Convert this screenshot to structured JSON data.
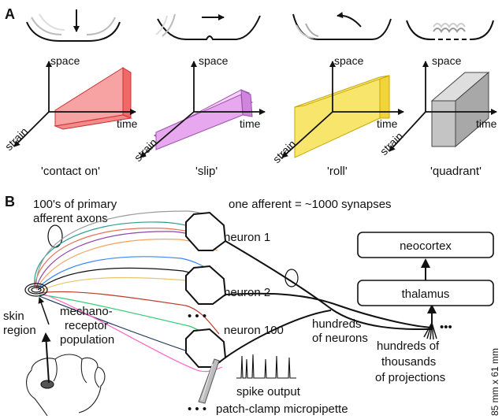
{
  "panel_a": {
    "letter": "A",
    "axes": {
      "space": "space",
      "time": "time",
      "strain": "strain"
    },
    "conditions": [
      {
        "id": "contact-on",
        "label": "'contact on'",
        "color": "#f25c5c",
        "color_light": "#f7a0a0"
      },
      {
        "id": "slip",
        "label": "'slip'",
        "color": "#d98ee6",
        "color_light": "#f0c6f5"
      },
      {
        "id": "roll",
        "label": "'roll'",
        "color": "#f5e05a",
        "color_light": "#fbef9a"
      },
      {
        "id": "quadrant",
        "label": "'quadrant'",
        "color": "#aaaaaa",
        "color_light": "#d9d9d9"
      }
    ]
  },
  "panel_b": {
    "letter": "B",
    "axons_label_1": "100's of primary",
    "axons_label_2": "afferent axons",
    "synapses_label": "one afferent = ~1000 synapses",
    "neurons": [
      "neuron 1",
      "neuron 2",
      "neuron 100"
    ],
    "ellipsis": "• • •",
    "skin_1": "skin",
    "skin_2": "region",
    "mech_1": "mechano-",
    "mech_2": "receptor",
    "mech_3": "population",
    "hundreds_1": "hundreds",
    "hundreds_2": "of neurons",
    "proj_1": "hundreds of",
    "proj_2": "thousands",
    "proj_3": "of projections",
    "proj_dots": "•••",
    "spike_output": "spike output",
    "patch_clamp": "patch-clamp micropipette",
    "neocortex": "neocortex",
    "thalamus": "thalamus",
    "dimension": "85 mm x 61 mm"
  }
}
